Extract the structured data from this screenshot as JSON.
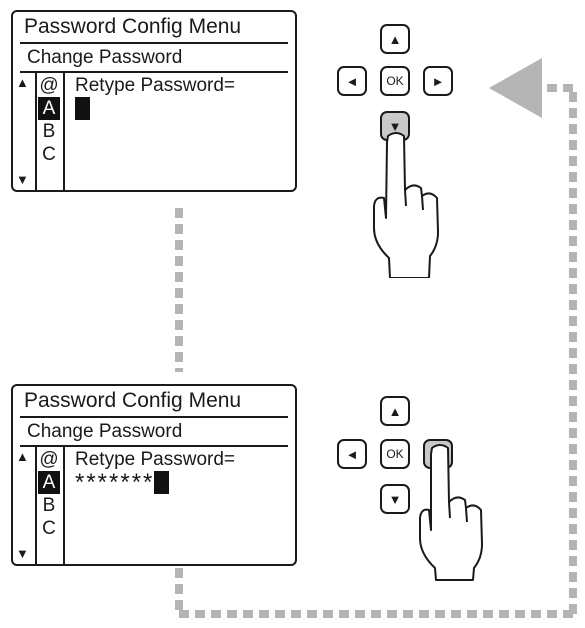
{
  "screens": [
    {
      "title": "Password Config Menu",
      "subtitle": "Change Password",
      "scroll_up": "▲",
      "scroll_down": "▼",
      "chars": [
        "@",
        "A",
        "B",
        "C"
      ],
      "selected_char": "A",
      "field_label": "Retype Password=",
      "field_value": "",
      "pressed_key": "down"
    },
    {
      "title": "Password Config Menu",
      "subtitle": "Change Password",
      "scroll_up": "▲",
      "scroll_down": "▼",
      "chars": [
        "@",
        "A",
        "B",
        "C"
      ],
      "selected_char": "A",
      "field_label": "Retype Password=",
      "field_value": "*******",
      "pressed_key": "right"
    }
  ],
  "keypad": {
    "up": "▲",
    "down": "▼",
    "left": "◄",
    "right": "►",
    "ok": "OK"
  },
  "icons": [
    "hand-pointer-icon",
    "flow-arrow-icon"
  ],
  "colors": {
    "pressed_key": "#c9c9c9",
    "flow_path": "#b4b4b4",
    "outline": "#1a1a1a"
  }
}
